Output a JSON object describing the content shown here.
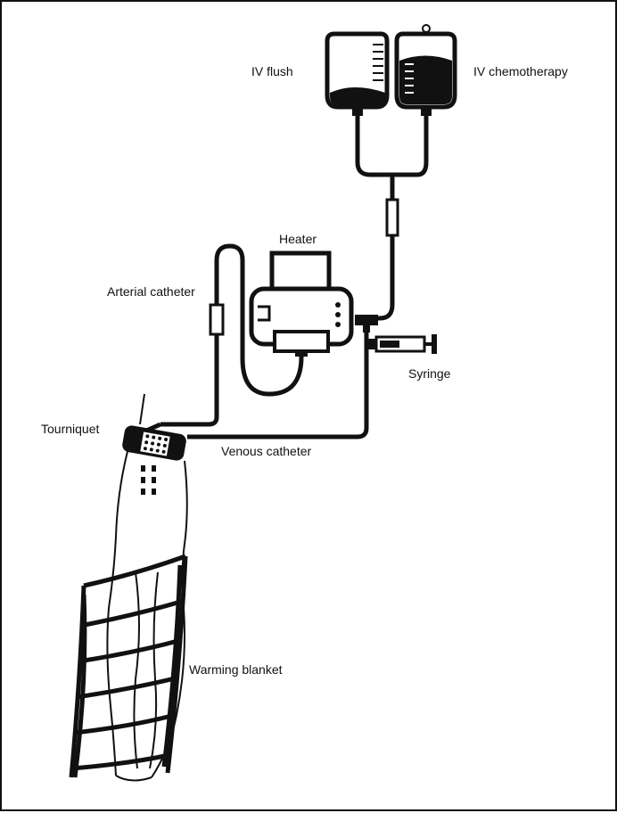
{
  "labels": {
    "iv_flush": "IV flush",
    "iv_chemotherapy": "IV chemotherapy",
    "heater": "Heater",
    "arterial_catheter": "Arterial catheter",
    "syringe": "Syringe",
    "tourniquet": "Tourniquet",
    "venous_catheter": "Venous catheter",
    "warming_blanket": "Warming blanket"
  },
  "colors": {
    "line": "#111111",
    "background": "#ffffff"
  }
}
